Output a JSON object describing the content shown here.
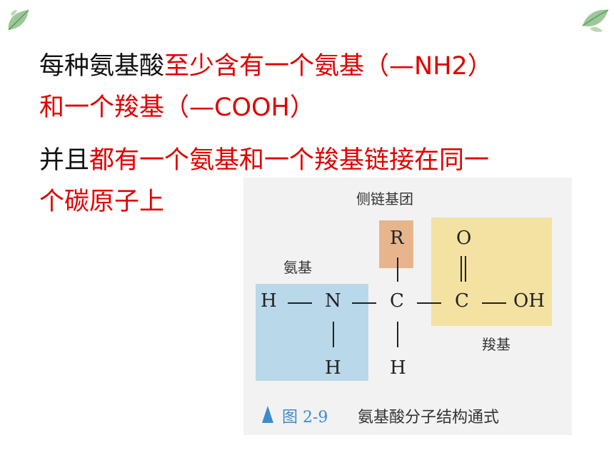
{
  "text": {
    "line1_black": "每种氨基酸",
    "line1_red": "至少含有一个氨基（—NH2）",
    "line2_red": "和一个羧基（—COOH）",
    "line3_black": "并且",
    "line3_red": "都有一个氨基和一个羧基链接在同一",
    "line4_red": "个碳原子上"
  },
  "figure": {
    "side_chain_label": "侧链基团",
    "amino_label": "氨基",
    "carboxyl_label": "羧基",
    "atoms": {
      "r": "R",
      "o": "O",
      "h_left": "H",
      "n": "N",
      "c_center": "C",
      "c_right": "C",
      "oh": "OH",
      "h_below_n": "H",
      "h_below_c": "H"
    },
    "caption_number": "图 2-9",
    "caption_text": "氨基酸分子结构通式"
  },
  "colors": {
    "highlight_text": "#e00000",
    "amino_box": "#b9d8e9",
    "side_chain_box": "#e7b58c",
    "carboxyl_box": "#f3e2a2",
    "caption_accent": "#3b8ccf"
  }
}
